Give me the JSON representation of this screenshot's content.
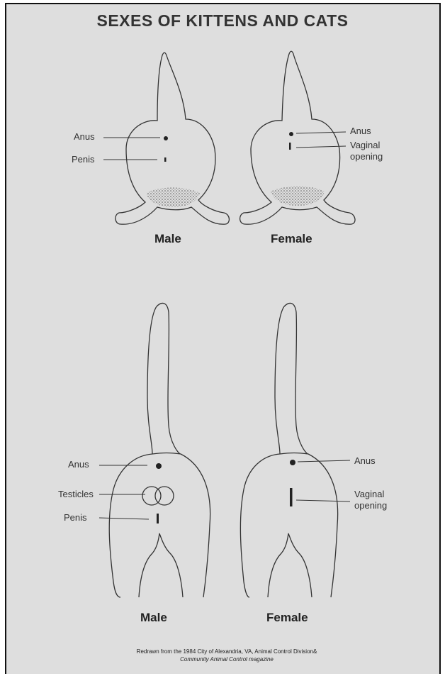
{
  "title": "SEXES OF KITTENS AND CATS",
  "kittens": {
    "male": {
      "caption": "Male",
      "anus": "Anus",
      "penis": "Penis"
    },
    "female": {
      "caption": "Female",
      "anus": "Anus",
      "vaginal_line1": "Vaginal",
      "vaginal_line2": "opening"
    }
  },
  "cats": {
    "male": {
      "caption": "Male",
      "anus": "Anus",
      "testicles": "Testicles",
      "penis": "Penis"
    },
    "female": {
      "caption": "Female",
      "anus": "Anus",
      "vaginal_line1": "Vaginal",
      "vaginal_line2": "opening"
    }
  },
  "credit": {
    "line1": "Redrawn from the 1984 City of Alexandria, VA, Animal Control Division&",
    "line2": "Community Animal Control magazine"
  }
}
